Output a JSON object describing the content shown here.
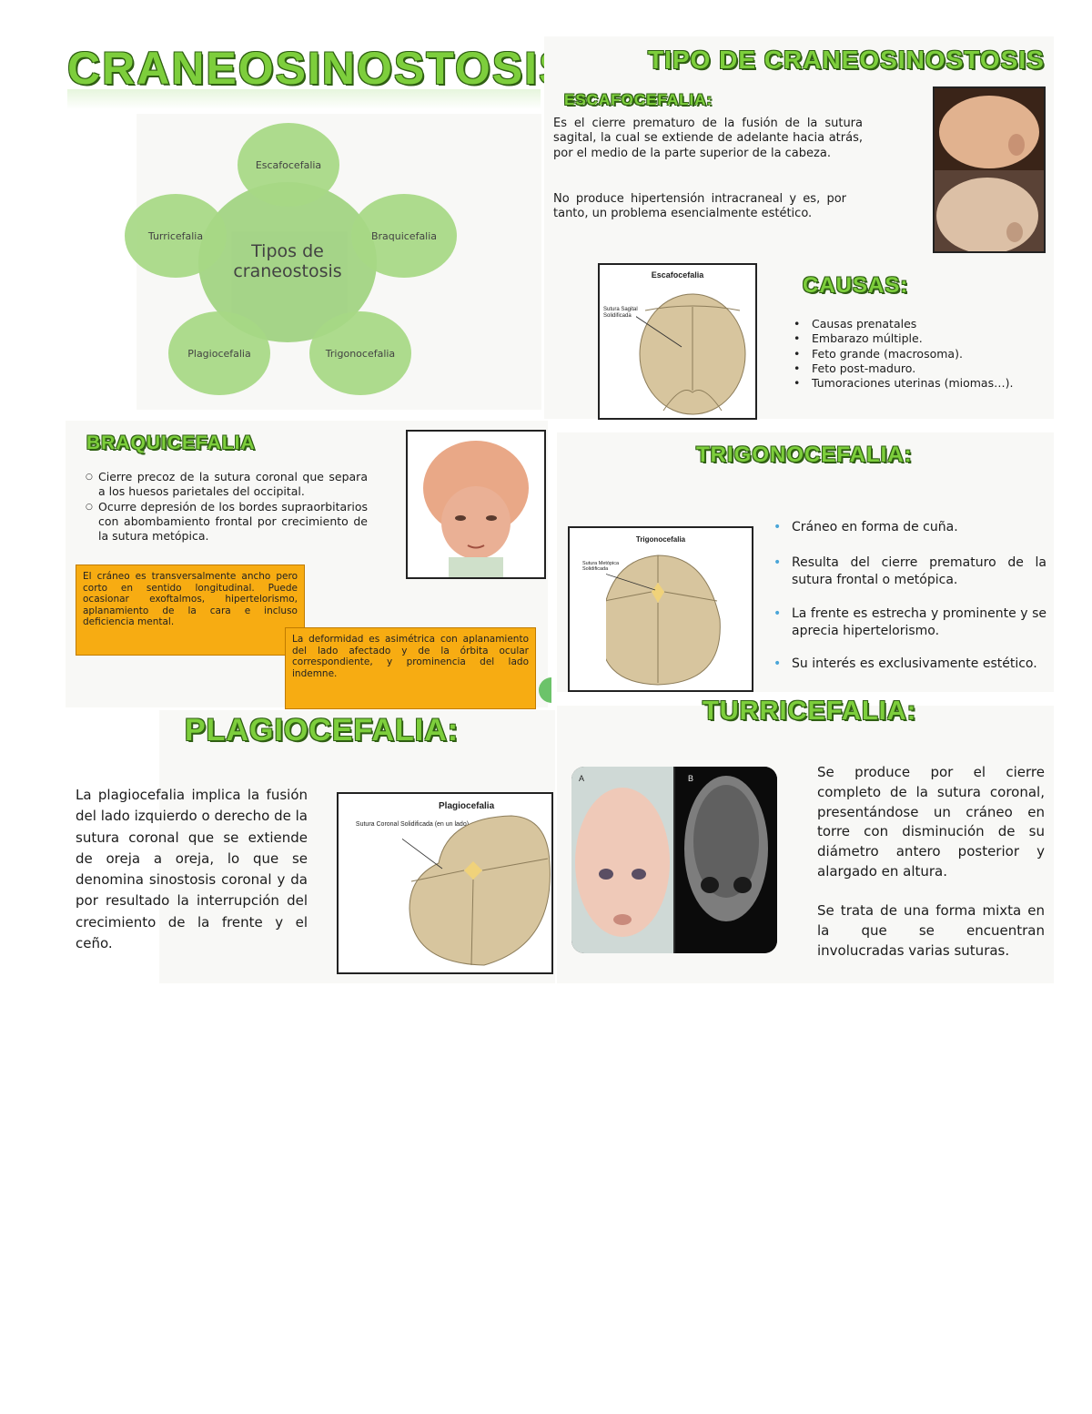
{
  "main_title": "CRANEOSINOSTOSIS",
  "types_title": "TIPO DE CRANEOSINOSTOSIS",
  "diagram": {
    "center": "Tipos de craneostosis",
    "nodes": [
      "Escafocefalia",
      "Braquicefalia",
      "Trigonocefalia",
      "Plagiocefalia",
      "Turricefalia"
    ]
  },
  "escafocefalia": {
    "heading": "ESCAFOCEFALIA:",
    "p1": "Es el cierre prematuro de la fusión de la sutura sagital, la cual se extiende de adelante hacia atrás, por el medio de la parte superior de la cabeza.",
    "p2": "No produce hipertensión intracraneal y es, por tanto, un problema esencialmente estético.",
    "figure_title": "Escafocefalia",
    "figure_label": "Sutura Sagital Solidificada"
  },
  "causas": {
    "heading": "CAUSAS:",
    "items": [
      "Causas prenatales",
      "Embarazo múltiple.",
      "Feto grande (macrosoma).",
      "Feto post-maduro.",
      "Tumoraciones uterinas (miomas…)."
    ]
  },
  "braquicefalia": {
    "heading": "BRAQUICEFALIA",
    "items": [
      "Cierre precoz de la sutura coronal que separa a los huesos parietales del occipital.",
      "Ocurre depresión de los bordes supraorbitarios con abombamiento frontal por crecimiento de la sutura metópica."
    ],
    "box1": "El cráneo es transversalmente ancho pero corto en sentido longitudinal. Puede ocasionar exoftalmos, hipertelorismo, aplanamiento de la cara e incluso deficiencia mental.",
    "box2": "La deformidad es asimétrica con aplanamiento del lado afectado y de la órbita ocular correspondiente, y prominencia del lado indemne."
  },
  "trigonocefalia": {
    "heading": "TRIGONOCEFALIA:",
    "figure_title": "Trigonocefalia",
    "figure_label": "Sutura Metópica Solidificada",
    "items": [
      "Cráneo en forma de cuña.",
      "Resulta del cierre prematuro de la sutura frontal o metópica.",
      "La frente es estrecha y prominente y se aprecia hipertelorismo.",
      "Su interés es exclusivamente estético."
    ]
  },
  "plagiocefalia": {
    "heading": "PLAGIOCEFALIA:",
    "text": "La plagiocefalia implica la fusión del lado izquierdo o derecho de la sutura coronal que se extiende de oreja a oreja, lo que se denomina sinostosis coronal y da por resultado la interrupción del crecimiento de la frente y el ceño.",
    "figure_title": "Plagiocefalia",
    "figure_label": "Sutura Coronal Solidificada (en un lado)"
  },
  "turricefalia": {
    "heading": "TURRICEFALIA:",
    "p1": "Se produce por el cierre completo de la sutura coronal, presentándose un cráneo en torre con disminución de su diámetro antero posterior y alargado en altura.",
    "p2": "Se trata de una forma mixta en la que se encuentran involucradas varias suturas.",
    "photo_labels": [
      "A",
      "B"
    ]
  },
  "colors": {
    "title_green": "#7dce3c",
    "bubble_green": "#a7d985",
    "orange_box": "#f7ac12",
    "skull": "#d7c59e"
  }
}
